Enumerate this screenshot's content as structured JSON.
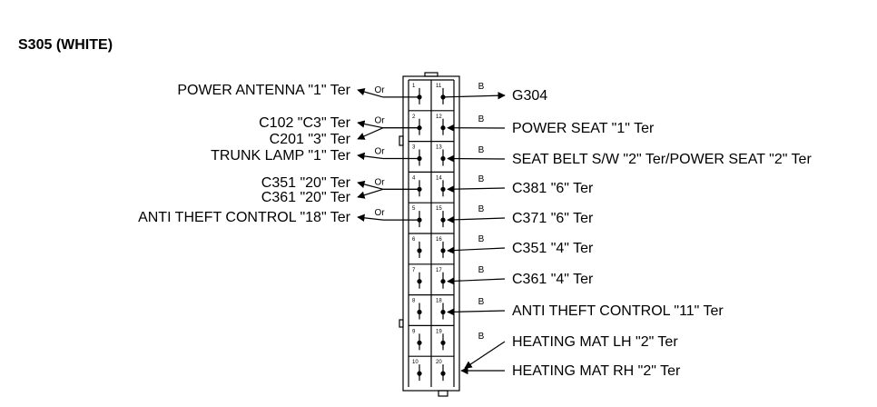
{
  "title": "S305 (WHITE)",
  "left_connections": [
    {
      "label": "POWER ANTENNA \"1\" Ter",
      "wire": "Or"
    },
    {
      "label": "C102 \"C3\" Ter",
      "wire": "Or"
    },
    {
      "label": "C201 \"3\" Ter",
      "wire": ""
    },
    {
      "label": "TRUNK LAMP \"1\" Ter",
      "wire": "Or"
    },
    {
      "label": "C351 \"20\" Ter",
      "wire": "Or"
    },
    {
      "label": "C361 \"20\" Ter",
      "wire": ""
    },
    {
      "label": "ANTI THEFT CONTROL \"18\" Ter",
      "wire": "Or"
    }
  ],
  "right_connections": [
    {
      "label": "G304",
      "wire": "B"
    },
    {
      "label": "POWER SEAT \"1\" Ter",
      "wire": "B"
    },
    {
      "label": "SEAT BELT S/W \"2\" Ter/POWER SEAT \"2\" Ter",
      "wire": "B"
    },
    {
      "label": "C381 \"6\" Ter",
      "wire": "B"
    },
    {
      "label": "C371 \"6\" Ter",
      "wire": "B"
    },
    {
      "label": "C351 \"4\" Ter",
      "wire": "B"
    },
    {
      "label": "C361 \"4\" Ter",
      "wire": "B"
    },
    {
      "label": "ANTI THEFT CONTROL \"11\" Ter",
      "wire": "B"
    },
    {
      "label": "HEATING MAT LH \"2\" Ter",
      "wire": "B"
    },
    {
      "label": "HEATING MAT RH \"2\" Ter",
      "wire": ""
    }
  ],
  "pins_left": [
    "1",
    "2",
    "3",
    "4",
    "5",
    "6",
    "7",
    "8",
    "9",
    "10"
  ],
  "pins_right": [
    "11",
    "12",
    "13",
    "14",
    "15",
    "16",
    "17",
    "18",
    "19",
    "20"
  ]
}
